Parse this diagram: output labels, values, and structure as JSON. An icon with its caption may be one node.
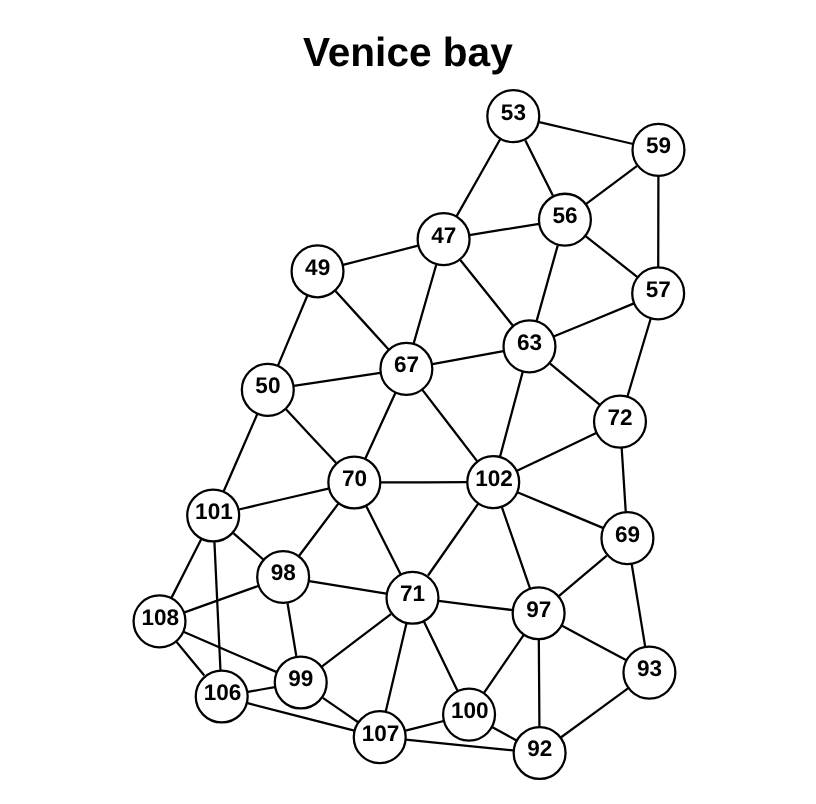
{
  "diagram": {
    "title": "Venice bay",
    "nodes": [
      {
        "text": [
          "92"
        ]
      },
      {
        "text": [
          "107"
        ]
      },
      {
        "text": [
          "93"
        ]
      },
      {
        "text": [
          "100"
        ]
      },
      {
        "text": [
          "106"
        ]
      },
      {
        "text": [
          "99"
        ]
      },
      {
        "text": [
          "108"
        ]
      },
      {
        "text": [
          "69"
        ]
      },
      {
        "text": [
          "97"
        ]
      },
      {
        "text": [
          "71"
        ]
      },
      {
        "text": [
          "98"
        ]
      },
      {
        "text": [
          "101"
        ]
      },
      {
        "text": [
          "102"
        ]
      },
      {
        "text": [
          "70"
        ]
      },
      {
        "text": [
          "72"
        ]
      },
      {
        "text": [
          "57"
        ]
      },
      {
        "text": [
          "63"
        ]
      },
      {
        "text": [
          "67"
        ]
      },
      {
        "text": [
          "50"
        ]
      },
      {
        "text": [
          "59"
        ]
      },
      {
        "text": [
          "56"
        ]
      },
      {
        "text": [
          "53"
        ]
      },
      {
        "text": [
          "47"
        ]
      },
      {
        "text": [
          "49"
        ]
      }
    ],
    "edges": [
      {
        "from": 0,
        "to": 2,
        "arrow": "none"
      },
      {
        "from": 0,
        "to": 1,
        "arrow": "none"
      },
      {
        "from": 0,
        "to": 8,
        "arrow": "none"
      },
      {
        "from": 0,
        "to": 3,
        "arrow": "none"
      },
      {
        "from": 3,
        "to": 9,
        "arrow": "none"
      },
      {
        "from": 3,
        "to": 8,
        "arrow": "none"
      },
      {
        "from": 3,
        "to": 1,
        "arrow": "none"
      },
      {
        "from": 2,
        "to": 8,
        "arrow": "none"
      },
      {
        "from": 8,
        "to": 9,
        "arrow": "none"
      },
      {
        "from": 2,
        "to": 7,
        "arrow": "none"
      },
      {
        "from": 7,
        "to": 8,
        "arrow": "none"
      },
      {
        "from": 7,
        "to": 12,
        "arrow": "none"
      },
      {
        "from": 8,
        "to": 12,
        "arrow": "none"
      },
      {
        "from": 7,
        "to": 14,
        "arrow": "none"
      },
      {
        "from": 14,
        "to": 12,
        "arrow": "none"
      },
      {
        "from": 9,
        "to": 12,
        "arrow": "none"
      },
      {
        "from": 9,
        "to": 1,
        "arrow": "none"
      },
      {
        "from": 9,
        "to": 5,
        "arrow": "none"
      },
      {
        "from": 9,
        "to": 10,
        "arrow": "none"
      },
      {
        "from": 9,
        "to": 13,
        "arrow": "none"
      },
      {
        "from": 1,
        "to": 5,
        "arrow": "none"
      },
      {
        "from": 1,
        "to": 4,
        "arrow": "none"
      },
      {
        "from": 5,
        "to": 4,
        "arrow": "none"
      },
      {
        "from": 5,
        "to": 10,
        "arrow": "none"
      },
      {
        "from": 5,
        "to": 6,
        "arrow": "none"
      },
      {
        "from": 10,
        "to": 6,
        "arrow": "none"
      },
      {
        "from": 6,
        "to": 4,
        "arrow": "none"
      },
      {
        "from": 10,
        "to": 11,
        "arrow": "none"
      },
      {
        "from": 6,
        "to": 11,
        "arrow": "none"
      },
      {
        "from": 4,
        "to": 11,
        "arrow": "none"
      },
      {
        "from": 10,
        "to": 13,
        "arrow": "none"
      },
      {
        "from": 13,
        "to": 12,
        "arrow": "none"
      },
      {
        "from": 13,
        "to": 11,
        "arrow": "none"
      },
      {
        "from": 14,
        "to": 15,
        "arrow": "none"
      },
      {
        "from": 14,
        "to": 16,
        "arrow": "none"
      },
      {
        "from": 12,
        "to": 16,
        "arrow": "none"
      },
      {
        "from": 12,
        "to": 17,
        "arrow": "none"
      },
      {
        "from": 13,
        "to": 17,
        "arrow": "none"
      },
      {
        "from": 13,
        "to": 18,
        "arrow": "none"
      },
      {
        "from": 11,
        "to": 18,
        "arrow": "none"
      },
      {
        "from": 15,
        "to": 19,
        "arrow": "none"
      },
      {
        "from": 15,
        "to": 16,
        "arrow": "none"
      },
      {
        "from": 15,
        "to": 20,
        "arrow": "none"
      },
      {
        "from": 19,
        "to": 20,
        "arrow": "none"
      },
      {
        "from": 19,
        "to": 21,
        "arrow": "none"
      },
      {
        "from": 21,
        "to": 20,
        "arrow": "none"
      },
      {
        "from": 21,
        "to": 22,
        "arrow": "none"
      },
      {
        "from": 16,
        "to": 20,
        "arrow": "none"
      },
      {
        "from": 16,
        "to": 17,
        "arrow": "none"
      },
      {
        "from": 16,
        "to": 22,
        "arrow": "none"
      },
      {
        "from": 20,
        "to": 22,
        "arrow": "none"
      },
      {
        "from": 17,
        "to": 18,
        "arrow": "none"
      },
      {
        "from": 17,
        "to": 22,
        "arrow": "none"
      },
      {
        "from": 17,
        "to": 23,
        "arrow": "none"
      },
      {
        "from": 18,
        "to": 23,
        "arrow": "none"
      },
      {
        "from": 22,
        "to": 23,
        "arrow": "none"
      }
    ]
  }
}
